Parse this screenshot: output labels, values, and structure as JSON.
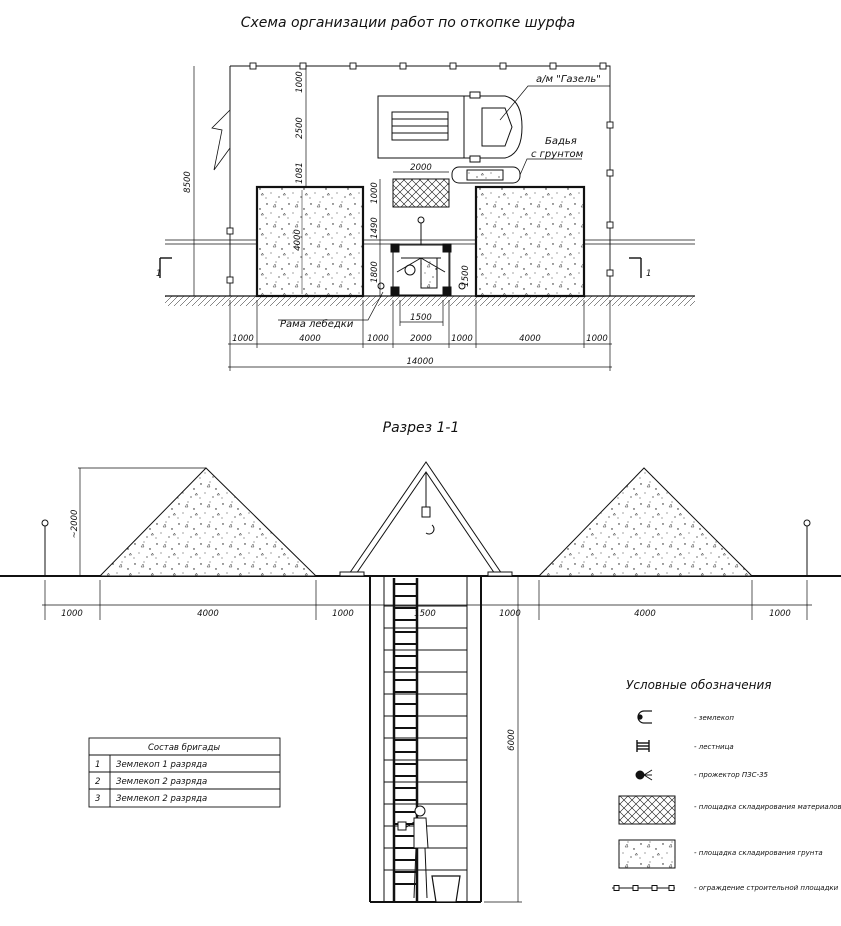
{
  "plan": {
    "title": "Схема организации работ по откопке шурфа",
    "callouts": {
      "truck": "а/м \"Газель\"",
      "bucket_line1": "Бадья",
      "bucket_line2": "с грунтом",
      "winch_frame": "Рама лебедки"
    },
    "dims_bottom": [
      "1000",
      "4000",
      "1000",
      "2000",
      "1000",
      "4000",
      "1000"
    ],
    "dim_total": "14000",
    "dim_inner_1500": "1500",
    "dim_material_width": "2000",
    "dims_left_vertical": [
      "1000",
      "2500",
      "1081"
    ],
    "dim_overall_height": "8500",
    "dims_center_vertical": [
      "1000",
      "1490",
      "4000"
    ],
    "dim_1800": "1800",
    "dim_1500_right": "1500",
    "section_marks": [
      "1",
      "1"
    ]
  },
  "section": {
    "title": "Разрез 1-1",
    "dim_pile_height": "~2000",
    "dims_horizontal": [
      "1000",
      "4000",
      "1000",
      "1500",
      "1000",
      "4000",
      "1000"
    ],
    "dim_depth": "6000"
  },
  "brigade": {
    "title": "Состав бригады",
    "rows": [
      {
        "num": "1",
        "text": "Землекоп 1 разряда"
      },
      {
        "num": "2",
        "text": "Землекоп 2 разряда"
      },
      {
        "num": "3",
        "text": "Землекоп 2 разряда"
      }
    ]
  },
  "legend": {
    "title": "Условные обозначения",
    "items": [
      {
        "icon": "digger-icon",
        "text": "- землекоп"
      },
      {
        "icon": "ladder-icon",
        "text": "- лестница"
      },
      {
        "icon": "floodlight-icon",
        "text": "- прожектор ПЗС-35"
      },
      {
        "icon": "material-storage-hatch",
        "text": "- площадка складирования материалов"
      },
      {
        "icon": "soil-storage-dots",
        "text": "- площадка складирования грунта"
      },
      {
        "icon": "fence-line",
        "text": "- ограждение строительной площадки"
      }
    ]
  }
}
